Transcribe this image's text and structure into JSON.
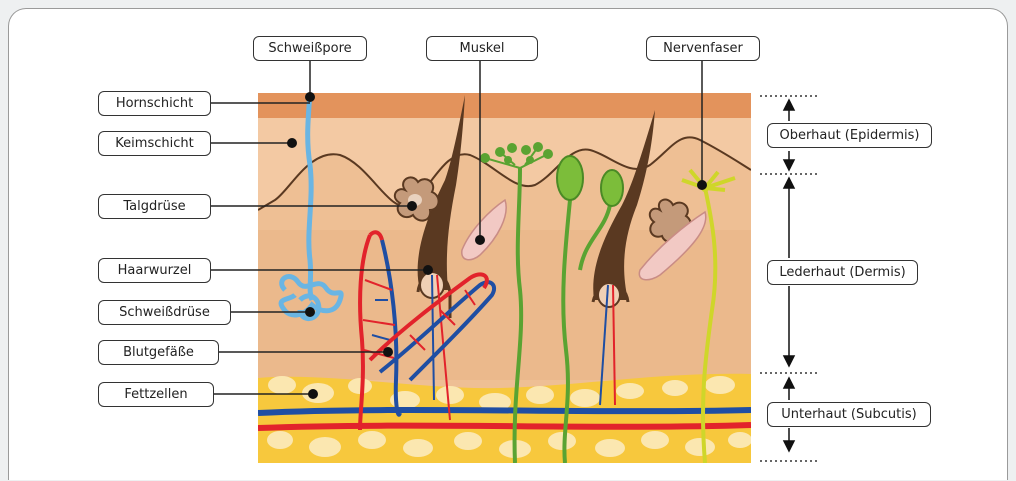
{
  "left_labels": [
    "Hornschicht",
    "Keimschicht",
    "Talgdrüse",
    "Haarwurzel",
    "Schweißdrüse",
    "Blutgefäße",
    "Fettzellen"
  ],
  "top_labels": [
    "Schweißpore",
    "Muskel",
    "Nervenfaser"
  ],
  "layer_labels": [
    "Oberhaut (Epidermis)",
    "Lederhaut (Dermis)",
    "Unterhaut (Subcutis)"
  ],
  "colors": {
    "horn": "#e3935c",
    "epidermis": "#f3c9a3",
    "dermis": "#eebf94",
    "fat": "#f7c83d",
    "fat_cell": "#fbe7b0",
    "hair": "#5a3921",
    "sweat": "#6ab5e3",
    "artery": "#e2232b",
    "vein": "#1f4ea3",
    "nerve": "#d7de2d",
    "muscle": "#f2c9c4",
    "green": "#5aa332"
  }
}
